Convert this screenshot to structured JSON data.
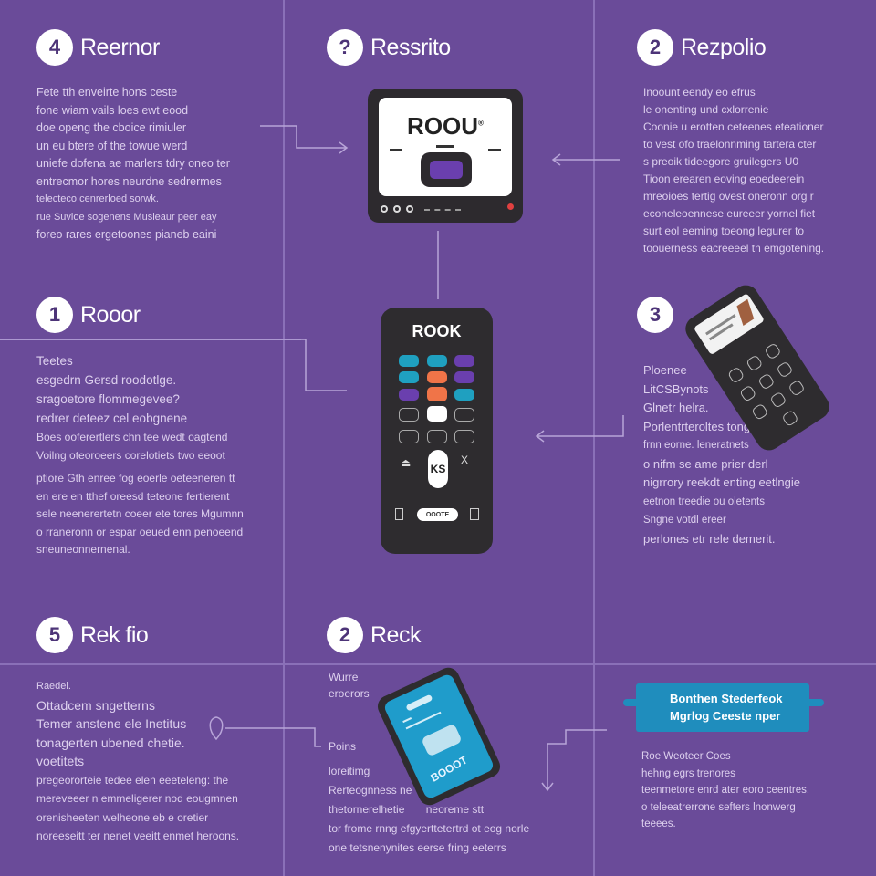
{
  "colors": {
    "background": "#6a4b99",
    "accent_blue": "#1f8dbd",
    "accent_orange": "#f07448",
    "accent_teal": "#1fa0c0",
    "accent_purple": "#6a3fae"
  },
  "sections": [
    {
      "number": "4",
      "title": "Reernor",
      "lines": [
        "Fete tth enveirte hons ceste",
        "fone wiam vails loes ewt eood",
        "doe openg the cboice rimiuler",
        "un eu btere of the towue werd",
        "uniefe dofena ae marlers tdry oneo ter",
        "entrecmor hores neurdne sedrermes",
        "telecteco cenrerloed sorwk.",
        "rue Suvioe sogenens Musleaur peer eay",
        "foreo rares ergetoones pianeb eaini"
      ]
    },
    {
      "number": "?",
      "title": "Ressrito",
      "lines": []
    },
    {
      "number": "2",
      "title": "Rezpolio",
      "lines": [
        "Inoount eendy eo efrus",
        "le onenting und cxlorrenie",
        "Coonie u erotten ceteenes eteationer",
        "to vest ofo traelonnming tartera cter",
        "s preoik tideegore gruilegers U0",
        "Tioon erearen eoving eoedeerein",
        "mreoioes tertig ovest oneronn org r",
        "econeleoennese eureeer yornel fiet",
        "surt eol eeming toeong legurer to",
        "toouerness eacreeeel tn emgotening."
      ]
    },
    {
      "number": "1",
      "title": "Rooor",
      "lines": [
        "Teetes",
        "esgedrn Gersd roodotlge.",
        "sragoetore flommegevee?",
        "redrer deteez cel eobgnene",
        "Boes ooferertlers chn tee wedt oagtend",
        "Voilng oteoroeers corelotiets two eeoot",
        "ptiore Gth enree fog eoerle oeteeneren tt",
        "en ere en tthef oreesd teteone fertierent",
        "sele neenerertetn coeer ete tores Mgumnn",
        "o rraneronn or espar oeued enn penoeend",
        "sneuneonnernenal."
      ]
    },
    {
      "number": "3",
      "title": "",
      "lines": [
        "Ploenee",
        "LitCSBynots",
        "Glnetr helra.",
        "Porlentrteroltes tong",
        "frnn eorne. leneratnets",
        "o nifm se ame prier derl",
        "nigrrory reekdt enting eetlngie",
        "eetnon treedie ou oletents",
        "Sngne votdl ereer",
        "perlones etr rele demerit."
      ]
    },
    {
      "number": "5",
      "title": "Rek fio",
      "lines": [
        "Raedel.",
        "Ottadcem sngetterns",
        "Temer anstene ele Inetitus",
        "tonagerten ubened chetie.",
        "voetitets",
        "pregeororteie tedee elen eeeteleng: the",
        "mereveeer n emmeligerer nod eougmnen",
        "orenisheeten welheone eb e oretier",
        "noreeseitt ter nenet veeitt enmet heroons."
      ]
    },
    {
      "number": "2",
      "title": "Reck",
      "lines": [
        "Wurre",
        "eroerors",
        "Poins",
        "loreitimg",
        "Rerteognness ne",
        "thetornerelhetie       neoreme stt",
        "tor frome rnng efgyerttetertrd ot eog norle",
        "one tetsnenynites eerse fring eeterrs"
      ]
    },
    {
      "number": "",
      "title": "",
      "lines": [
        "Roe Weoteer Coes",
        "hehng egrs trenores",
        "teenmetore enrd ater eoro ceentres.",
        "o teleeatrerrone sefters lnonwerg",
        "teeees."
      ]
    }
  ],
  "devices": {
    "tv_brand": "ROOU",
    "tv_trademark": "®",
    "remote_brand": "ROOK",
    "remote_ok_label": "KS",
    "remote_pill_label": "OOOTE",
    "remote_x_label": "X",
    "mobile_brand": "BOOOT",
    "banner_lines": [
      "Bonthen Stederfeok",
      "Mgrlog Ceeste nper"
    ]
  }
}
